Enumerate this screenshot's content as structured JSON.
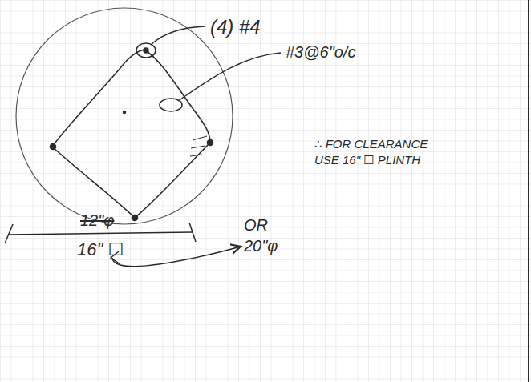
{
  "diagram": {
    "labels": [
      "(4) #4",
      "#3@6\"o/c",
      "∴ FOR CLEARANCE USE 16\" ☐ PLINTH",
      "12\"φ",
      "16\" ☐",
      "OR 20\"φ"
    ]
  }
}
